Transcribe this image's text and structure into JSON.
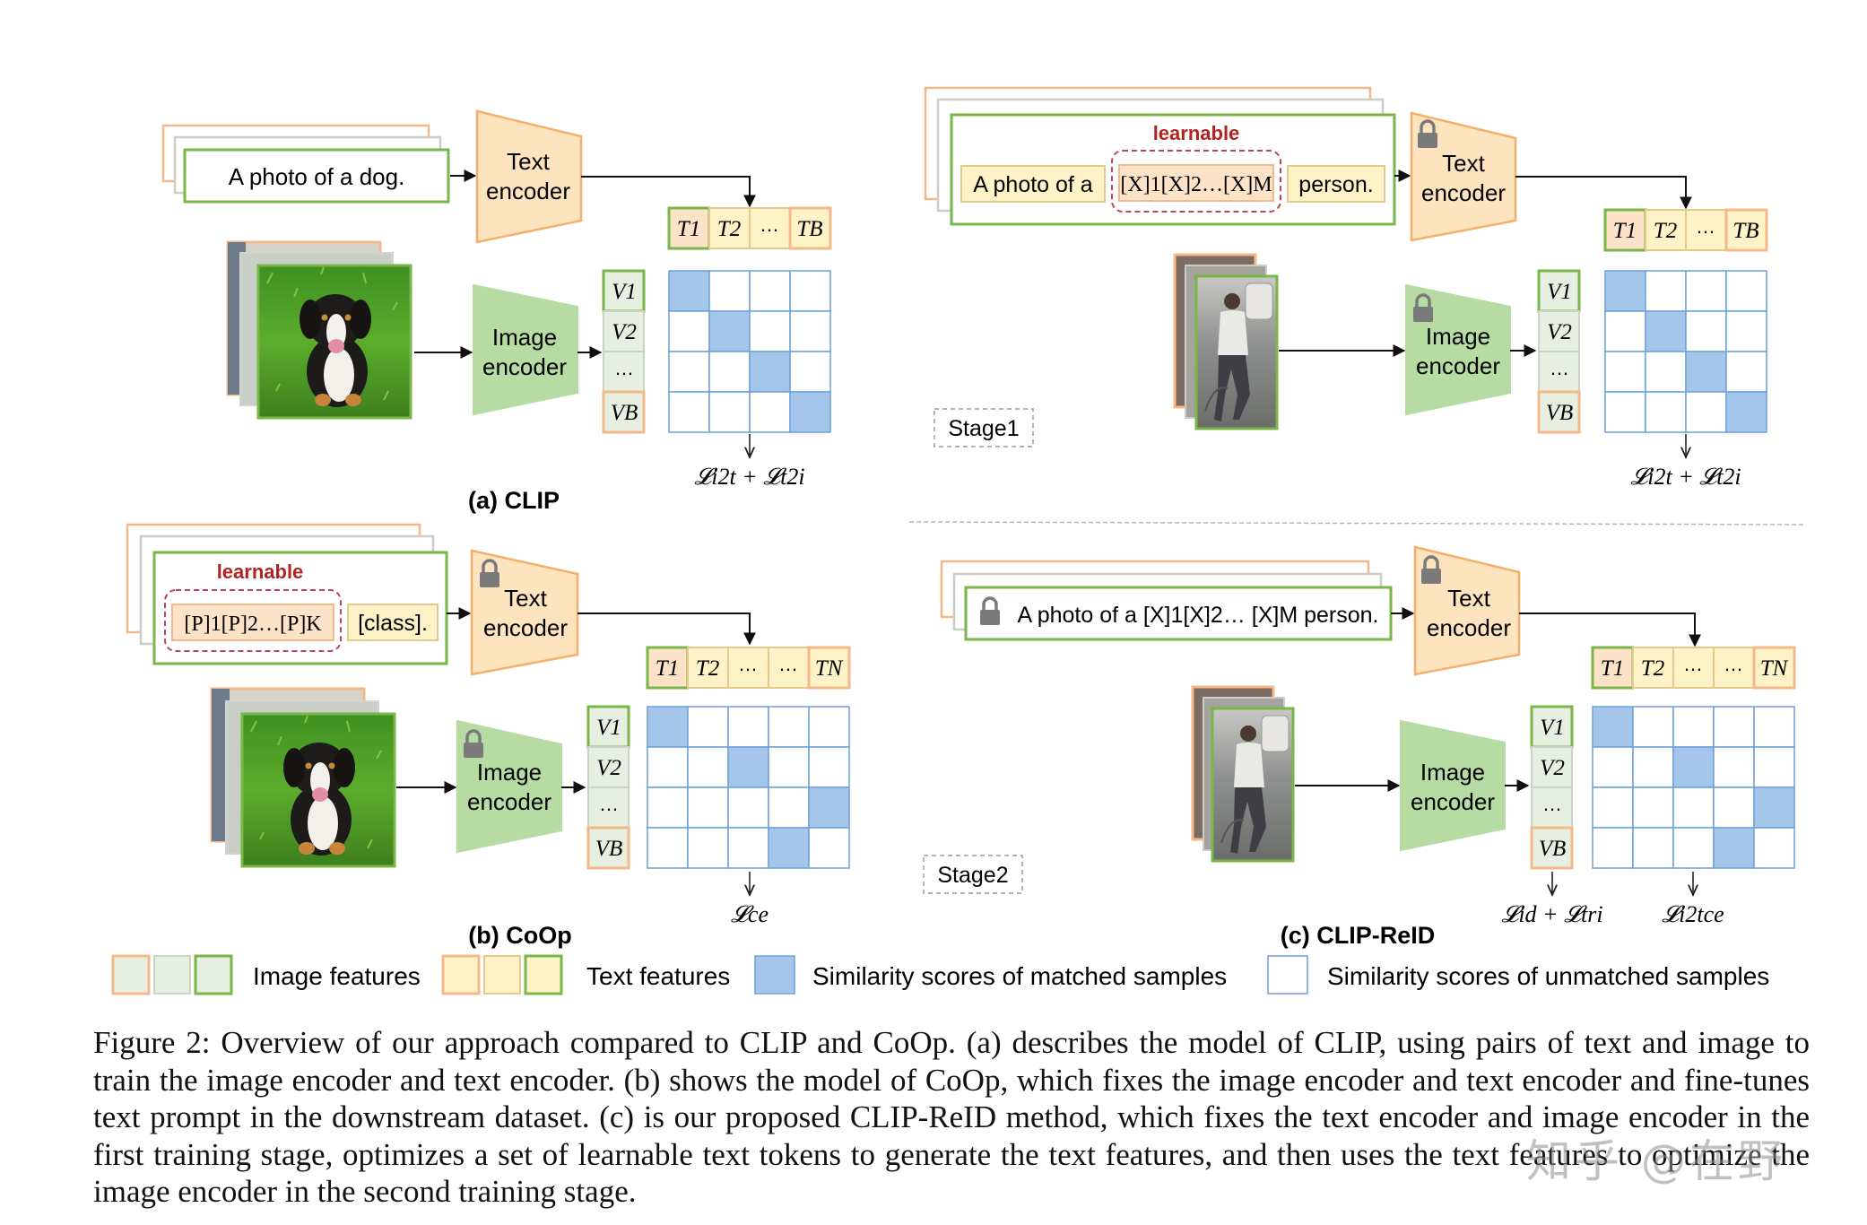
{
  "colors": {
    "green": "#7ab648",
    "peach": "#f4b98a",
    "peach_fill": "#fce3c8",
    "yellow_fill": "#fdf3c6",
    "encoder_fill": "#fde4bf",
    "encoder_stroke": "#f4b06a",
    "image_encoder_fill": "#b6dca4",
    "matched_blue": "#a4c6ea",
    "grid_blue": "#6fa0d8",
    "learnable_red": "#b22222"
  },
  "panels": {
    "clip": {
      "label": "(a) CLIP",
      "prompt": "A photo of a dog.",
      "text_encoder": [
        "Text",
        "encoder"
      ],
      "image_encoder": [
        "Image",
        "encoder"
      ],
      "loss": "𝓛i2t + 𝓛t2i"
    },
    "coop": {
      "label": "(b) CoOp",
      "learnable": "learnable",
      "prompt_tokens": "[P]1[P]2…[P]K",
      "class_token": "[class].",
      "text_encoder": [
        "Text",
        "encoder"
      ],
      "image_encoder": [
        "Image",
        "encoder"
      ],
      "loss": "𝓛ce"
    },
    "stage1": {
      "stage": "Stage1",
      "learnable": "learnable",
      "prefix": "A photo of a",
      "tokens": "[X]1[X]2…[X]M",
      "suffix": "person.",
      "text_encoder": [
        "Text",
        "encoder"
      ],
      "image_encoder": [
        "Image",
        "encoder"
      ],
      "loss": "𝓛i2t + 𝓛t2i"
    },
    "stage2": {
      "stage": "Stage2",
      "label": "(c) CLIP-ReID",
      "prompt": "A photo of a [X]1[X]2… [X]M person.",
      "text_encoder": [
        "Text",
        "encoder"
      ],
      "image_encoder": [
        "Image",
        "encoder"
      ],
      "loss_left": "𝓛id + 𝓛tri",
      "loss_right": "𝓛i2tce"
    }
  },
  "tokens": {
    "t1": "T1",
    "t2": "T2",
    "tB": "TB",
    "tN": "TN",
    "v1": "V1",
    "v2": "V2",
    "vB": "VB",
    "dots": "…"
  },
  "legend": {
    "image_features": "Image features",
    "text_features": "Text features",
    "matched": "Similarity scores of matched samples",
    "unmatched": "Similarity scores of unmatched samples"
  },
  "caption": "Figure 2: Overview of our approach compared to CLIP and CoOp. (a) describes the model of CLIP, using pairs of text and image to train the image encoder and text encoder. (b) shows the model of CoOp, which fixes the image encoder and text encoder and fine-tunes text prompt in the downstream dataset. (c) is our proposed CLIP-ReID method, which fixes the text encoder and image encoder in the first training stage, optimizes a set of learnable text tokens to generate the text features, and then uses the text features to optimize the image encoder in the second training stage.",
  "watermark": "知乎 @在野"
}
